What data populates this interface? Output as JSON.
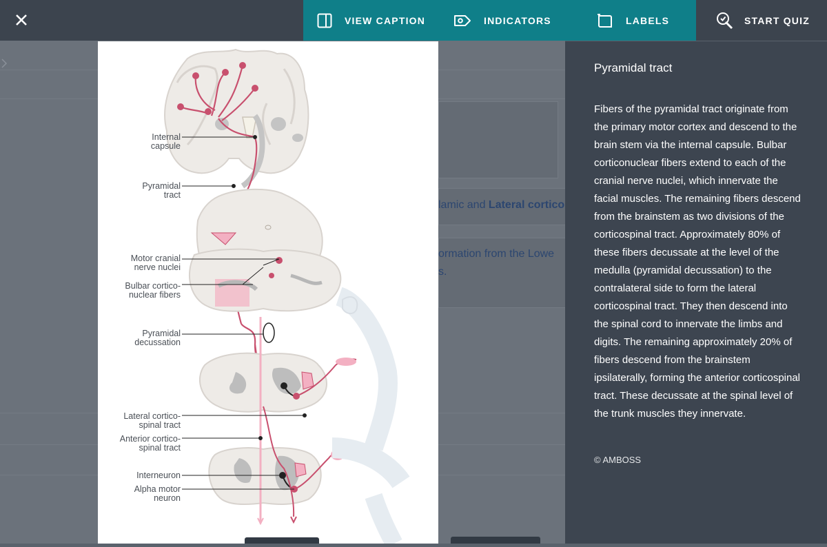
{
  "toolbar": {
    "view_caption": "VIEW CAPTION",
    "indicators": "INDICATORS",
    "labels": "LABELS",
    "start_quiz": "START QUIZ"
  },
  "background": {
    "line1_a": "lamic and ",
    "line1_b": "Lateral cortico",
    "line2": "ormation from the Lowe",
    "line3": "s."
  },
  "caption": {
    "title": "Pyramidal tract",
    "body": "Fibers of the pyramidal tract originate from the primary motor cortex and descend to the brain stem via the internal capsule. Bulbar corticonuclear fibers extend to each of the cranial nerve nuclei, which innervate the facial muscles. The remaining fibers descend from the brainstem as two divisions of the corticospinal tract. Approximately 80% of these fibers decussate at the level of the medulla (pyramidal decussation) to the contralateral side to form the lateral corticospinal tract. They then descend into the spinal cord to innervate the limbs and digits. The remaining approximately 20% of fibers descend from the brainstem ipsilaterally, forming the anterior corticospinal tract. These decussate at the spinal level of the trunk muscles they innervate.",
    "copyright": "© AMBOSS"
  },
  "figure": {
    "labels": {
      "internal_capsule": [
        "Internal",
        "capsule"
      ],
      "pyramidal_tract": [
        "Pyramidal",
        "tract"
      ],
      "motor_cranial": [
        "Motor cranial",
        "nerve nuclei"
      ],
      "bulbar": [
        "Bulbar cortico-",
        "nuclear fibers"
      ],
      "decussation": [
        "Pyramidal",
        "decussation"
      ],
      "lateral": [
        "Lateral cortico-",
        "spinal tract"
      ],
      "anterior": [
        "Anterior cortico-",
        "spinal tract"
      ],
      "interneuron": [
        "Interneuron"
      ],
      "alpha": [
        "Alpha motor",
        "neuron"
      ]
    }
  },
  "colors": {
    "accent_teal": "#0f7f89",
    "tract_pink": "#c8506e",
    "caption_bg": "#3d4550"
  }
}
